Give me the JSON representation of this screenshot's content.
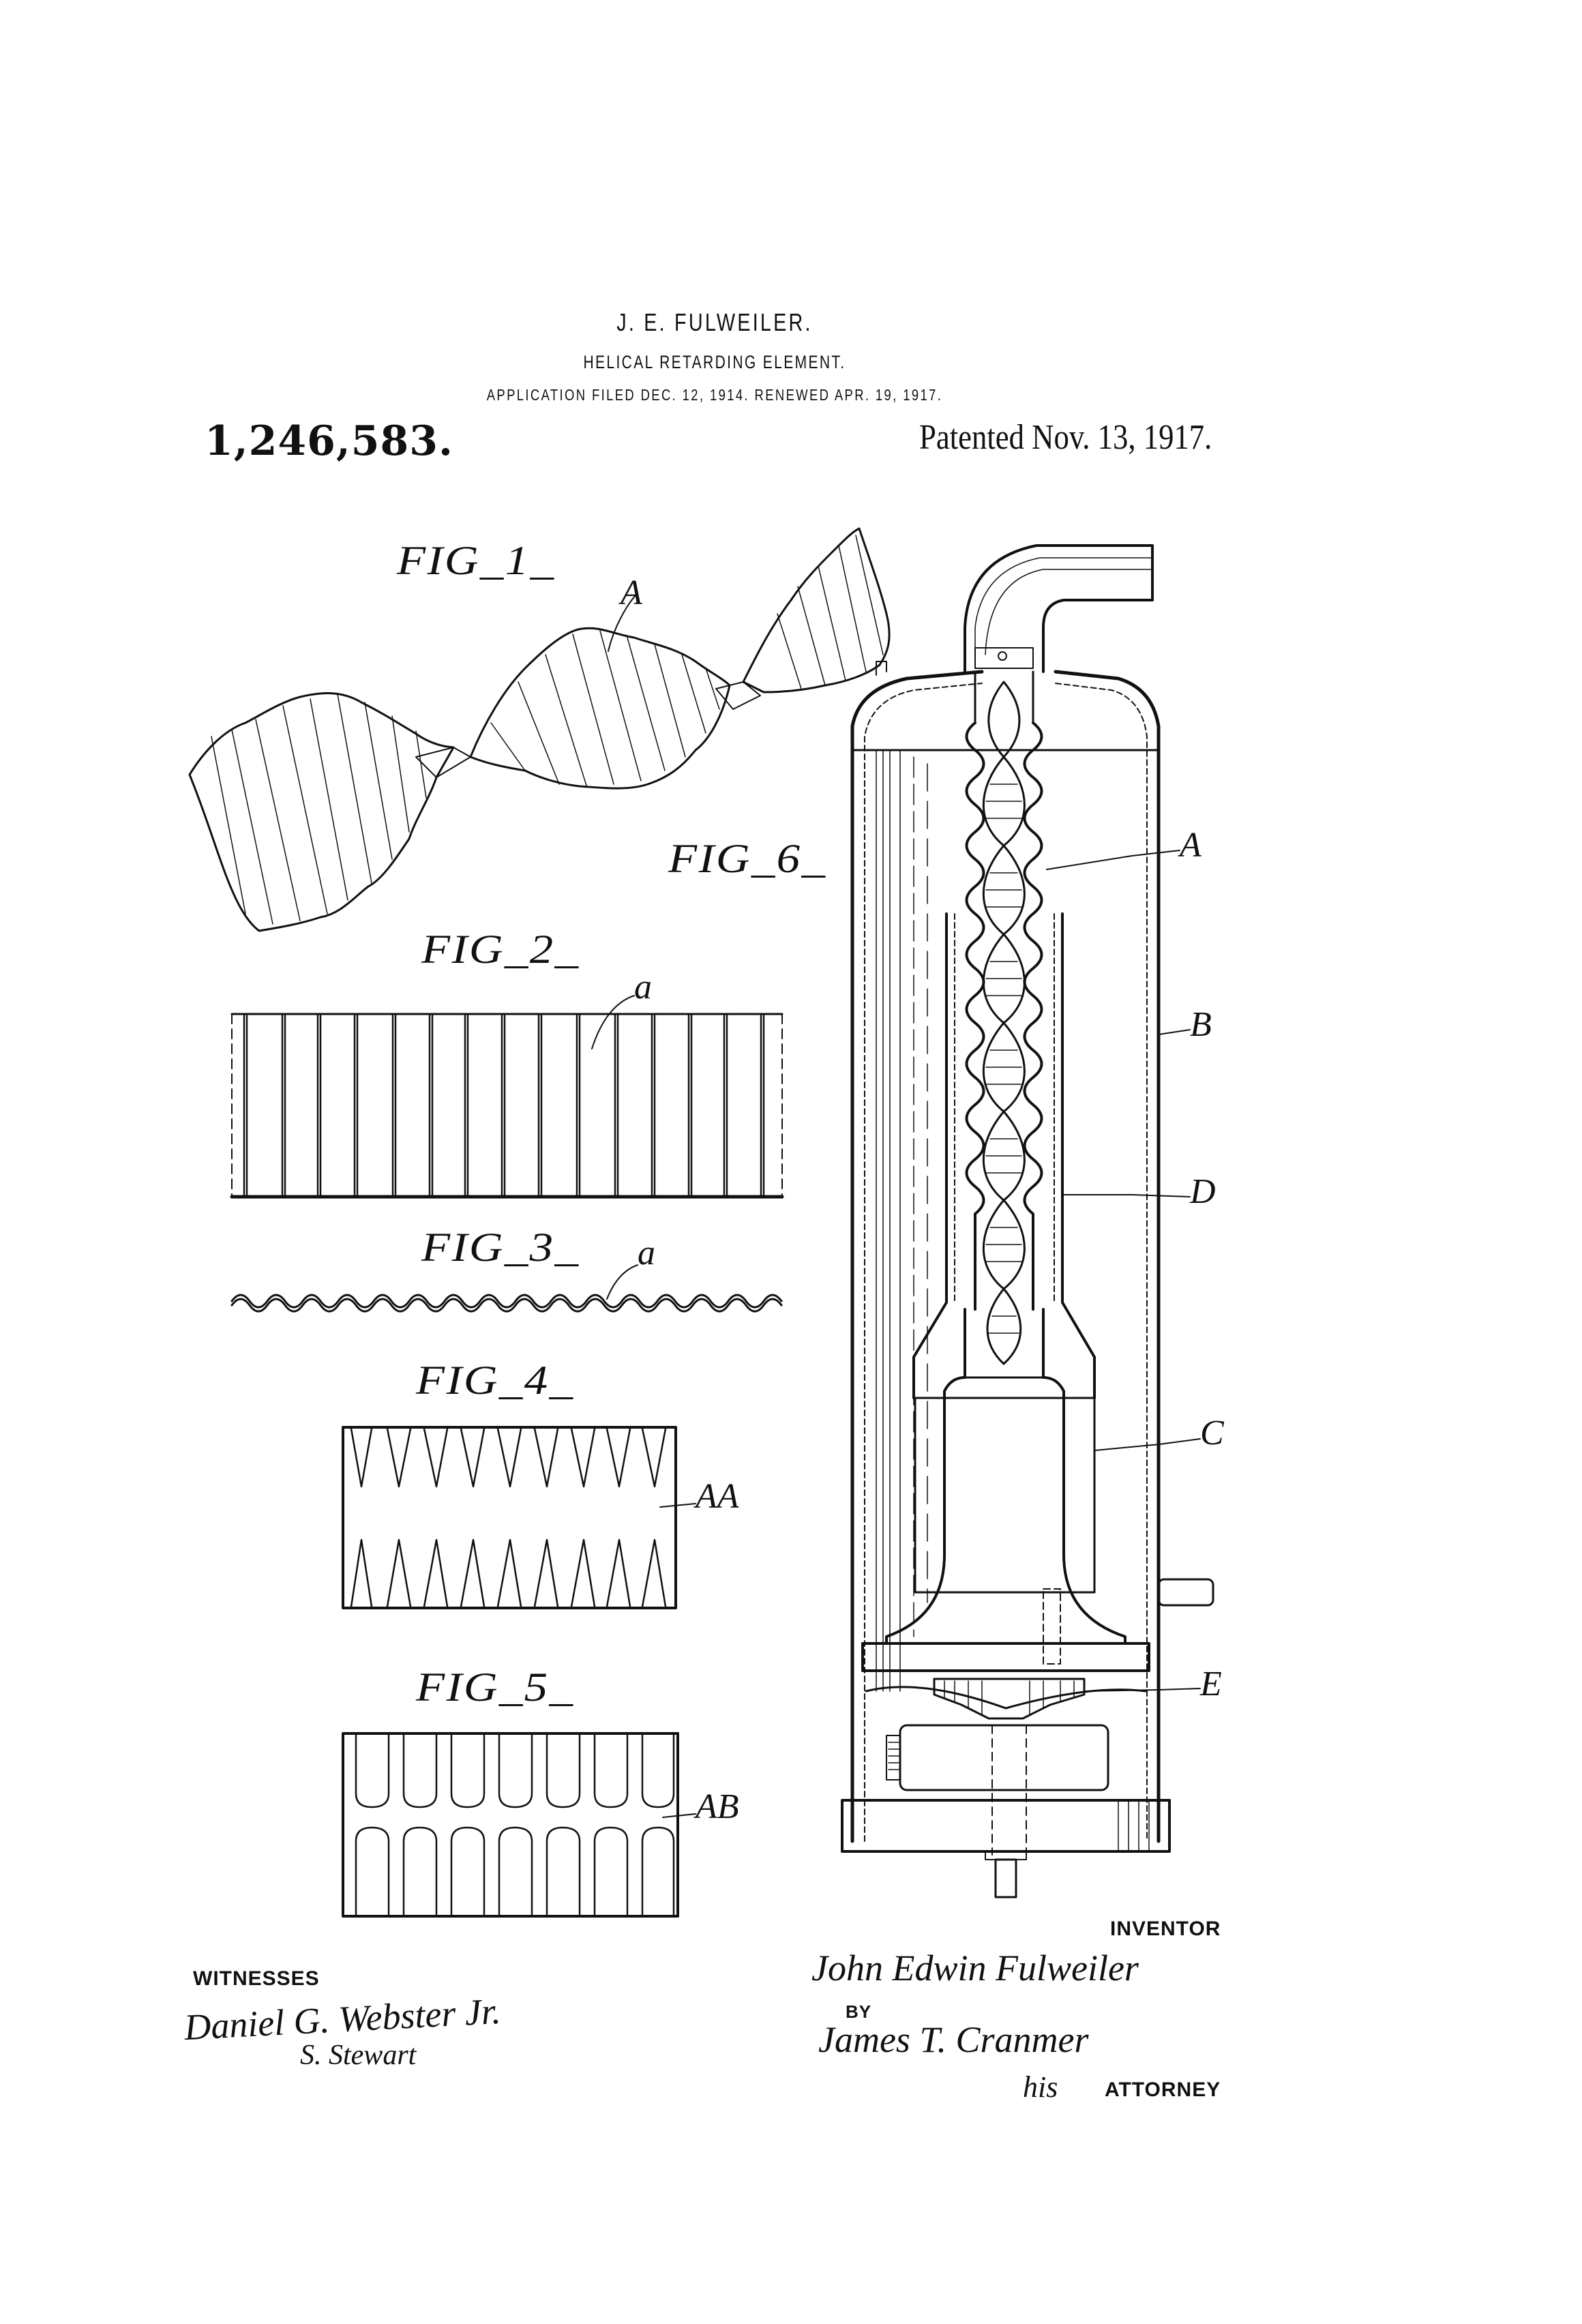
{
  "header": {
    "inventor_name": "J. E. FULWEILER.",
    "title": "HELICAL RETARDING ELEMENT.",
    "application": "APPLICATION FILED DEC. 12, 1914. RENEWED APR. 19, 1917.",
    "patent_number": "1,246,583.",
    "patented_date": "Patented Nov. 13, 1917."
  },
  "figures": {
    "fig1": {
      "label": "FIG_1_",
      "refs": [
        "A"
      ]
    },
    "fig2": {
      "label": "FIG_2_",
      "refs": [
        "a"
      ],
      "flute_count": 16
    },
    "fig3": {
      "label": "FIG_3_",
      "refs": [
        "a"
      ]
    },
    "fig4": {
      "label": "FIG_4_",
      "refs": [
        "AA"
      ],
      "teeth_per_row": 9
    },
    "fig5": {
      "label": "FIG_5_",
      "refs": [
        "AB"
      ],
      "loops_per_row": 7
    },
    "fig6": {
      "label": "FIG_6_",
      "refs": [
        "A",
        "B",
        "D",
        "C",
        "E"
      ]
    }
  },
  "signatures": {
    "witnesses_label": "WITNESSES",
    "witness_1": "Daniel G. Webster Jr.",
    "witness_2": "S. Stewart",
    "inventor_label": "INVENTOR",
    "inventor_signature": "John Edwin Fulweiler",
    "by_label": "BY",
    "attorney_signature": "James T. Cranmer",
    "his_label": "his",
    "attorney_label": "ATTORNEY"
  }
}
